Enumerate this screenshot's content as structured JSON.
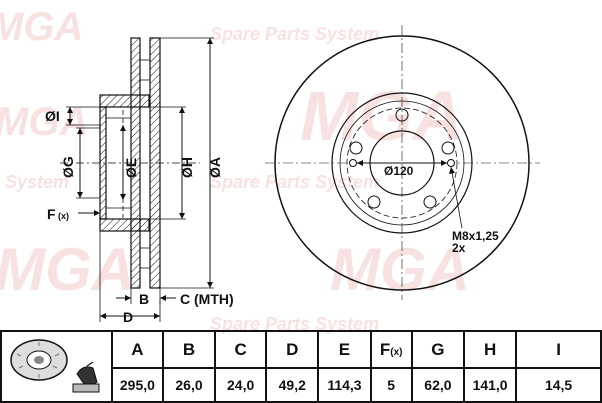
{
  "watermark": {
    "brand": "MGA",
    "line": "Spare Parts System",
    "fragment": "s System"
  },
  "diagram": {
    "label_i": "ØI",
    "label_g": "ØG",
    "label_e": "ØE",
    "label_h": "ØH",
    "label_a": "ØA",
    "label_f": "F",
    "label_f_sub": "(x)",
    "label_b": "B",
    "label_c": "C (MTH)",
    "label_d": "D",
    "pcd": "Ø120",
    "thread": "M8x1,25",
    "thread_count": "2x"
  },
  "table": {
    "headers": [
      "A",
      "B",
      "C",
      "D",
      "E",
      "F",
      "G",
      "H",
      "I"
    ],
    "f_suffix": "(x)",
    "values": [
      "295,0",
      "26,0",
      "24,0",
      "49,2",
      "114,3",
      "5",
      "62,0",
      "141,0",
      "14,5"
    ]
  }
}
